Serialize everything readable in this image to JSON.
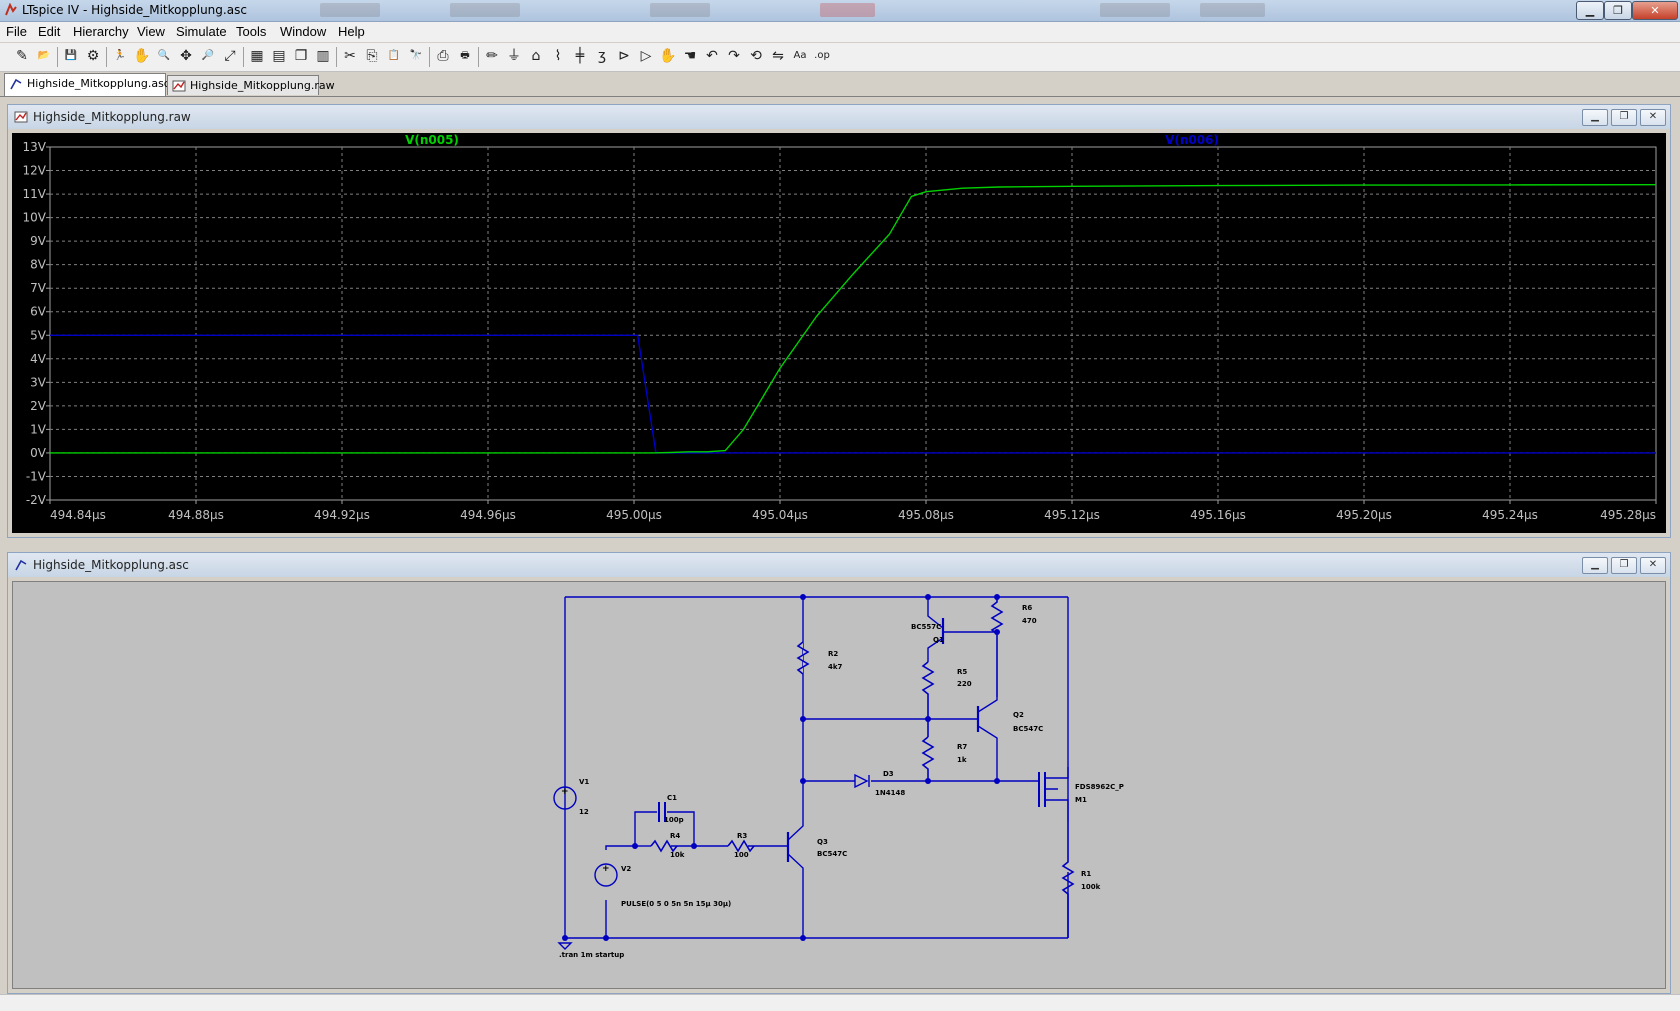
{
  "window": {
    "title": "LTspice IV - Highside_Mitkopplung.asc"
  },
  "menu": [
    "File",
    "Edit",
    "Hierarchy",
    "View",
    "Simulate",
    "Tools",
    "Window",
    "Help"
  ],
  "toolbar": [
    {
      "name": "new-schematic-icon",
      "glyph": "✎"
    },
    {
      "name": "open-icon",
      "glyph": "📂"
    },
    {
      "name": "save-icon",
      "glyph": "💾"
    },
    {
      "name": "control-panel-icon",
      "glyph": "⚙"
    },
    {
      "name": "run-icon",
      "glyph": "🏃"
    },
    {
      "name": "halt-icon",
      "glyph": "✋"
    },
    {
      "name": "zoom-in-icon",
      "glyph": "🔍"
    },
    {
      "name": "pan-icon",
      "glyph": "✥"
    },
    {
      "name": "zoom-out-icon",
      "glyph": "🔎"
    },
    {
      "name": "zoom-fit-icon",
      "glyph": "⤢"
    },
    {
      "name": "autorange-icon",
      "glyph": "▦"
    },
    {
      "name": "tile-horizontal-icon",
      "glyph": "▤"
    },
    {
      "name": "cascade-icon",
      "glyph": "❐"
    },
    {
      "name": "tile-vertical-icon",
      "glyph": "▥"
    },
    {
      "name": "cut-icon",
      "glyph": "✂"
    },
    {
      "name": "copy-icon",
      "glyph": "⎘"
    },
    {
      "name": "paste-icon",
      "glyph": "📋"
    },
    {
      "name": "find-icon",
      "glyph": "🔭"
    },
    {
      "name": "print-setup-icon",
      "glyph": "⎙"
    },
    {
      "name": "print-icon",
      "glyph": "🖶"
    },
    {
      "name": "wire-icon",
      "glyph": "✏"
    },
    {
      "name": "ground-icon",
      "glyph": "⏚"
    },
    {
      "name": "label-net-icon",
      "glyph": "⌂"
    },
    {
      "name": "resistor-icon",
      "glyph": "⌇"
    },
    {
      "name": "capacitor-icon",
      "glyph": "╪"
    },
    {
      "name": "inductor-icon",
      "glyph": "ʒ"
    },
    {
      "name": "diode-icon",
      "glyph": "⊳"
    },
    {
      "name": "component-icon",
      "glyph": "▷"
    },
    {
      "name": "move-icon",
      "glyph": "✋"
    },
    {
      "name": "drag-icon",
      "glyph": "☚"
    },
    {
      "name": "undo-icon",
      "glyph": "↶"
    },
    {
      "name": "redo-icon",
      "glyph": "↷"
    },
    {
      "name": "rotate-icon",
      "glyph": "⟲"
    },
    {
      "name": "mirror-icon",
      "glyph": "⇋"
    },
    {
      "name": "text-icon",
      "glyph": "Aa"
    },
    {
      "name": "spice-directive-icon",
      "glyph": ".op"
    }
  ],
  "tabs": [
    {
      "label": "Highside_Mitkopplung.asc",
      "active": true
    },
    {
      "label": "Highside_Mitkopplung.raw",
      "active": false
    }
  ],
  "plot_window": {
    "title": "Highside_Mitkopplung.raw"
  },
  "schematic_window": {
    "title": "Highside_Mitkopplung.asc"
  },
  "chart_data": {
    "type": "line",
    "xlim": [
      494.84,
      495.28
    ],
    "ylim": [
      -2,
      13
    ],
    "grid": true,
    "x_ticks": [
      "494.84µs",
      "494.88µs",
      "494.92µs",
      "494.96µs",
      "495.00µs",
      "495.04µs",
      "495.08µs",
      "495.12µs",
      "495.16µs",
      "495.20µs",
      "495.24µs",
      "495.28µs"
    ],
    "y_ticks": [
      "13V",
      "12V",
      "11V",
      "10V",
      "9V",
      "8V",
      "7V",
      "6V",
      "5V",
      "4V",
      "3V",
      "2V",
      "1V",
      "0V",
      "-1V",
      "-2V"
    ],
    "series": [
      {
        "name": "V(n005)",
        "color": "#00d000",
        "x": [
          494.84,
          495.005,
          495.01,
          495.015,
          495.02,
          495.025,
          495.03,
          495.04,
          495.05,
          495.06,
          495.07,
          495.076,
          495.08,
          495.09,
          495.1,
          495.12,
          495.16,
          495.2,
          495.24,
          495.28
        ],
        "y": [
          0,
          0,
          0.02,
          0.05,
          0.05,
          0.1,
          1.0,
          3.6,
          5.8,
          7.6,
          9.3,
          10.9,
          11.1,
          11.25,
          11.3,
          11.33,
          11.36,
          11.38,
          11.39,
          11.4
        ]
      },
      {
        "name": "V(n006)",
        "color": "#0000c8",
        "x": [
          494.84,
          495.001,
          495.006,
          495.28
        ],
        "y": [
          5,
          5,
          0,
          0
        ]
      }
    ]
  },
  "schematic": {
    "labels": [
      {
        "id": "V1",
        "text": "V1"
      },
      {
        "id": "V1v",
        "text": "12"
      },
      {
        "id": "V2",
        "text": "V2"
      },
      {
        "id": "V2v",
        "text": "PULSE(0 5 0 5n 5n 15µ 30µ)"
      },
      {
        "id": "C1",
        "text": "C1"
      },
      {
        "id": "C1v",
        "text": "100p"
      },
      {
        "id": "R4",
        "text": "R4"
      },
      {
        "id": "R4v",
        "text": "10k"
      },
      {
        "id": "R3",
        "text": "R3"
      },
      {
        "id": "R3v",
        "text": "100"
      },
      {
        "id": "Q3",
        "text": "Q3"
      },
      {
        "id": "Q3v",
        "text": "BC547C"
      },
      {
        "id": "R2",
        "text": "R2"
      },
      {
        "id": "R2v",
        "text": "4k7"
      },
      {
        "id": "D3",
        "text": "D3"
      },
      {
        "id": "D3v",
        "text": "1N4148"
      },
      {
        "id": "Q1m",
        "text": "BC557C"
      },
      {
        "id": "Q1",
        "text": "Q1"
      },
      {
        "id": "R5",
        "text": "R5"
      },
      {
        "id": "R5v",
        "text": "220"
      },
      {
        "id": "R6",
        "text": "R6"
      },
      {
        "id": "R6v",
        "text": "470"
      },
      {
        "id": "Q2",
        "text": "Q2"
      },
      {
        "id": "Q2v",
        "text": "BC547C"
      },
      {
        "id": "R7",
        "text": "R7"
      },
      {
        "id": "R7v",
        "text": "1k"
      },
      {
        "id": "M1m",
        "text": "FDS8962C_P"
      },
      {
        "id": "M1",
        "text": "M1"
      },
      {
        "id": "R1",
        "text": "R1"
      },
      {
        "id": "R1v",
        "text": "100k"
      },
      {
        "id": "tran",
        "text": ".tran 1m startup"
      }
    ]
  }
}
